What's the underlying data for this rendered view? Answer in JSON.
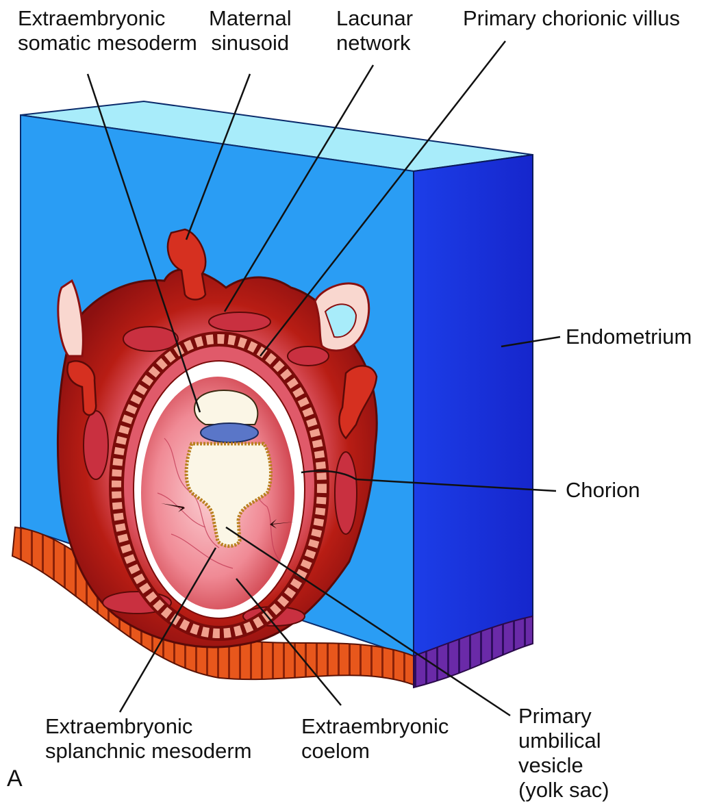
{
  "figure_letter": "A",
  "labels": {
    "somatic_mesoderm": [
      "Extraembryonic",
      "somatic mesoderm"
    ],
    "maternal_sinusoid": [
      "Maternal",
      "sinusoid"
    ],
    "lacunar_network": [
      "Lacunar",
      "network"
    ],
    "primary_villus": [
      "Primary chorionic villus"
    ],
    "endometrium": [
      "Endometrium"
    ],
    "chorion": [
      "Chorion"
    ],
    "splanchnic_mesoderm": [
      "Extraembryonic",
      "splanchnic mesoderm"
    ],
    "coelom": [
      "Extraembryonic",
      "coelom"
    ],
    "umbilical_vesicle": [
      "Primary",
      "umbilical",
      "vesicle",
      "(yolk sac)"
    ]
  },
  "colors": {
    "endometrium_front": "#2a9df4",
    "endometrium_top": "#a8ecfa",
    "endometrium_side": "#1a2fe0",
    "decidua": "#b81d14",
    "decidua_dark": "#7a0c0a",
    "coelom": "#f08a95",
    "epithelium": "#e8571c",
    "epithelium_side": "#6a2aa8",
    "leader": "#111111"
  }
}
